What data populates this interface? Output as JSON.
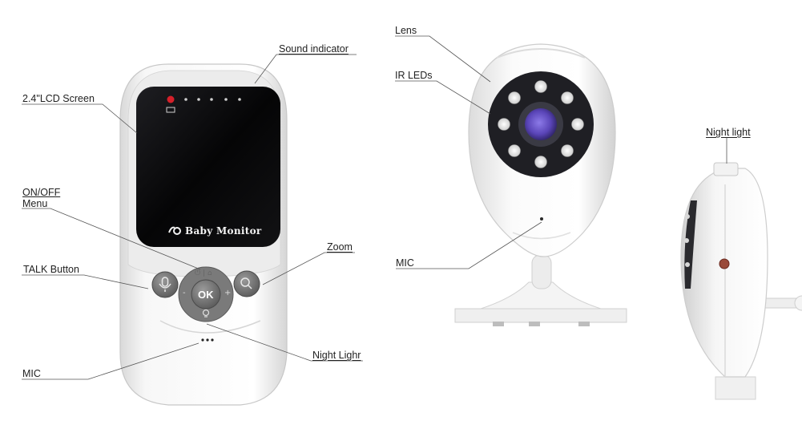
{
  "labels": {
    "sound_indicator": "Sound indicator",
    "lcd_screen": "2.4\"LCD Screen",
    "on_off": "ON/OFF",
    "menu": "Menu",
    "talk_button": "TALK Button",
    "zoom": "Zoom",
    "night_lighr": "Night Lighr",
    "mic_monitor": "MIC",
    "lens": "Lens",
    "ir_leds": "IR LEDs",
    "mic_camera": "MIC",
    "night_light": "Night light"
  },
  "device": {
    "brand": "Baby Monitor",
    "ok_button": "OK",
    "minus": "-",
    "plus": "+",
    "power_glyph": "⏻ | ⌂"
  },
  "colors": {
    "body": "#f4f4f4",
    "screen": "#0b0b0d",
    "button": "#707070",
    "lens_purple": "#6a55c8",
    "ir_ring": "#222226",
    "led_red": "#d6202a"
  }
}
